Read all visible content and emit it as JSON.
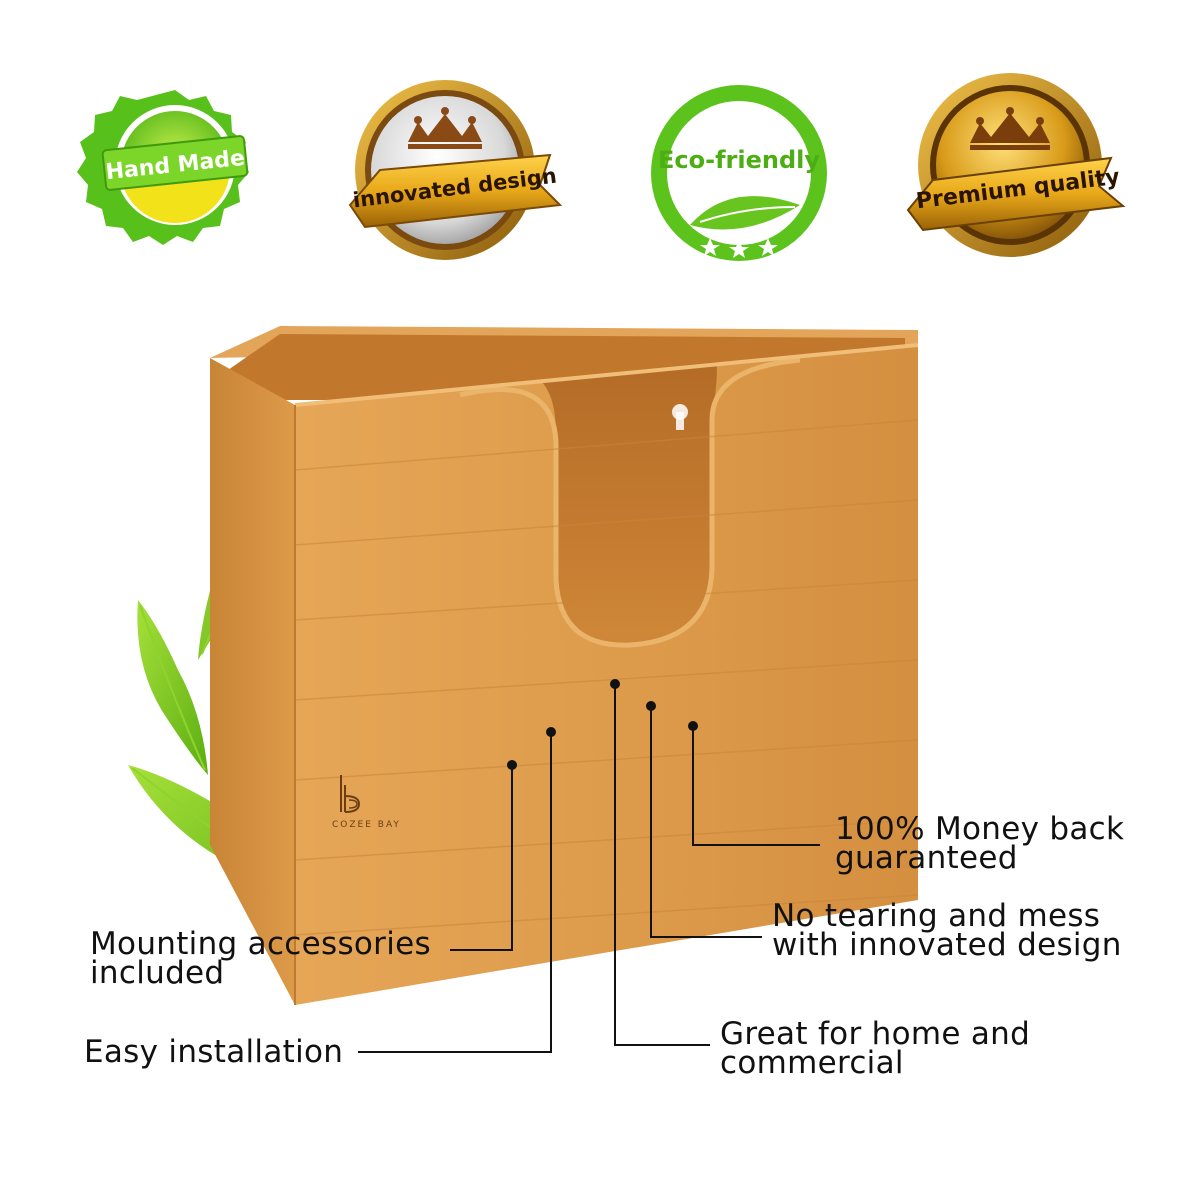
{
  "badges": {
    "hand_made": "Hand Made",
    "innovated_design": "innovated design",
    "eco_friendly": "Eco-friendly",
    "premium_quality": "Premium quality"
  },
  "brand": {
    "name": "COZEE BAY"
  },
  "callouts": {
    "money_back_line1": "100% Money back",
    "money_back_line2": "guaranteed",
    "no_tearing_line1": "No tearing and mess",
    "no_tearing_line2": "with innovated design",
    "mounting_line1": "Mounting accessories",
    "mounting_line2": "included",
    "easy_install": "Easy installation",
    "great_line1": "Great for home and",
    "great_line2": "commercial"
  },
  "colors": {
    "bamboo": "#d99548",
    "bamboo_dark": "#b8702a",
    "leaf": "#7cc61e",
    "badge_green": "#5cc21c",
    "gold": "#d9a21c",
    "crown_brown": "#8a4a16"
  }
}
